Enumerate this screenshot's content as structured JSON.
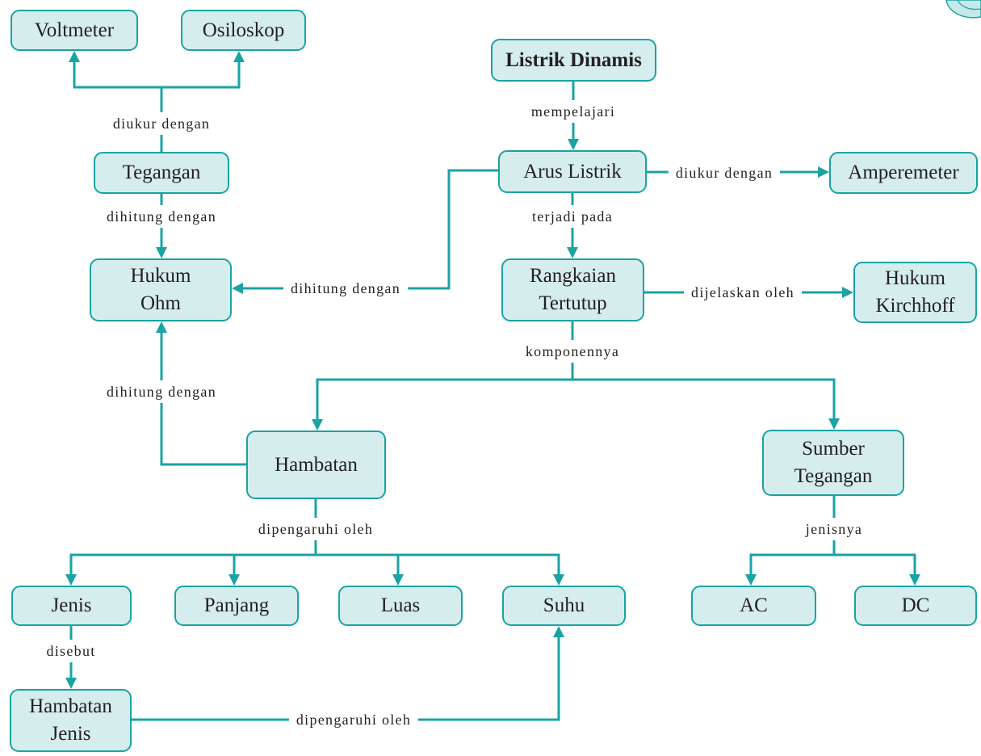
{
  "colors": {
    "node_fill": "#d6eded",
    "node_border": "#1aa3a3",
    "connector": "#1aa3a3",
    "text": "#231f20",
    "label_background": "#ffffff"
  },
  "nodes": {
    "voltmeter": "Voltmeter",
    "osiloskop": "Osiloskop",
    "listrik_dinamis": "Listrik Dinamis",
    "arus_listrik": "Arus Listrik",
    "amperemeter": "Amperemeter",
    "tegangan": "Tegangan",
    "hukum_ohm": [
      "Hukum",
      "Ohm"
    ],
    "rangkaian_tertutup": [
      "Rangkaian",
      "Tertutup"
    ],
    "hukum_kirchhoff": [
      "Hukum",
      "Kirchhoff"
    ],
    "hambatan": "Hambatan",
    "sumber_tegangan": [
      "Sumber",
      "Tegangan"
    ],
    "jenis": "Jenis",
    "panjang": "Panjang",
    "luas": "Luas",
    "suhu": "Suhu",
    "ac": "AC",
    "dc": "DC",
    "hambatan_jenis": [
      "Hambatan",
      "Jenis"
    ]
  },
  "links": {
    "tegangan_to_alat_ukur": "diukur dengan",
    "tegangan_to_hukum_ohm": "dihitung dengan",
    "listrik_dinamis_to_arus_listrik": "mempelajari",
    "arus_listrik_to_rangkaian_tertutup": "terjadi pada",
    "arus_listrik_to_amperemeter": "diukur dengan",
    "arus_listrik_to_hukum_ohm": "dihitung dengan",
    "rangkaian_tertutup_to_hukum_kirchhoff": "dijelaskan oleh",
    "rangkaian_tertutup_to_komponen": "komponennya",
    "hambatan_to_hukum_ohm": "dihitung dengan",
    "hambatan_to_faktor": "dipengaruhi oleh",
    "sumber_tegangan_to_jenis": "jenisnya",
    "jenis_to_hambatan_jenis": "disebut",
    "hambatan_jenis_to_suhu": "dipengaruhi oleh"
  }
}
